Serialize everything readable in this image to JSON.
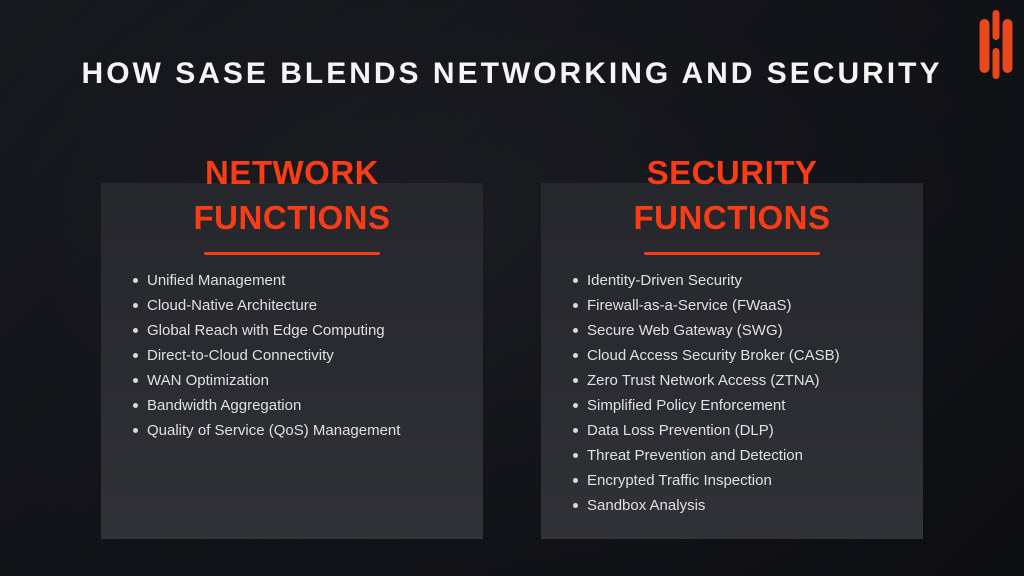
{
  "title": "HOW SASE BLENDS NETWORKING AND SECURITY",
  "logo": {
    "icon": "three-bars-brand-glyph"
  },
  "colors": {
    "accent": "#fa3d17",
    "logo": "#e8481e",
    "background": "#111217",
    "panel_top": "#26272c",
    "panel_bottom": "#313237",
    "title_text": "#f4f4f4",
    "bullet_text": "#dfe0e2"
  },
  "panels": [
    {
      "heading": "NETWORK FUNCTIONS",
      "items": [
        "Unified Management",
        "Cloud-Native Architecture",
        "Global Reach with Edge Computing",
        "Direct-to-Cloud Connectivity",
        "WAN Optimization",
        "Bandwidth Aggregation",
        "Quality of Service (QoS) Management"
      ]
    },
    {
      "heading": "SECURITY FUNCTIONS",
      "items": [
        "Identity-Driven Security",
        "Firewall-as-a-Service (FWaaS)",
        "Secure Web Gateway (SWG)",
        "Cloud Access Security Broker (CASB)",
        "Zero Trust Network Access (ZTNA)",
        "Simplified Policy Enforcement",
        "Data Loss Prevention (DLP)",
        "Threat Prevention and Detection",
        "Encrypted Traffic Inspection",
        "Sandbox Analysis"
      ]
    }
  ]
}
